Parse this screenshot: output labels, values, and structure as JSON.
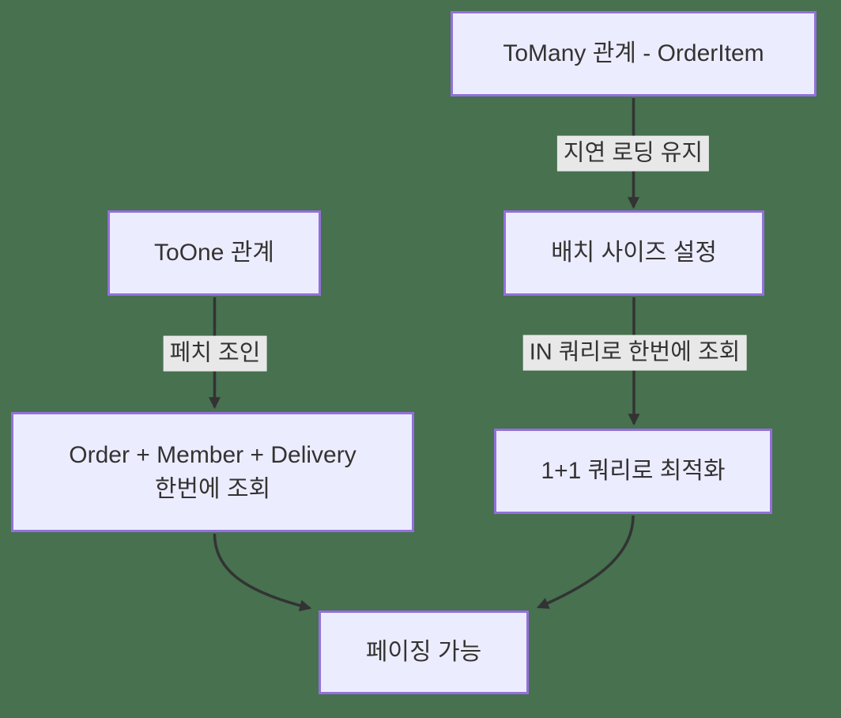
{
  "diagram": {
    "type": "flowchart",
    "direction": "top-down",
    "colors": {
      "background": "#47714F",
      "node_fill": "#ECECFF",
      "node_border": "#9370DB",
      "edge_stroke": "#333333",
      "edge_label_background": "#E8E8E8",
      "text": "#333333"
    },
    "nodes": {
      "tomany": {
        "label": "ToMany 관계 - OrderItem"
      },
      "toone": {
        "label": "ToOne 관계"
      },
      "batch": {
        "label": "배치 사이즈 설정"
      },
      "order_join": {
        "line1": "Order + Member + Delivery",
        "line2": "한번에 조회"
      },
      "oneplus": {
        "label": "1+1 쿼리로 최적화"
      },
      "paging": {
        "label": "페이징 가능"
      }
    },
    "edge_labels": {
      "lazy": "지연 로딩 유지",
      "fetch_join": "페치 조인",
      "in_query": "IN 쿼리로 한번에 조회"
    },
    "edges": [
      {
        "from": "tomany",
        "to": "batch",
        "label": "지연 로딩 유지"
      },
      {
        "from": "toone",
        "to": "order_join",
        "label": "페치 조인"
      },
      {
        "from": "batch",
        "to": "oneplus",
        "label": "IN 쿼리로 한번에 조회"
      },
      {
        "from": "order_join",
        "to": "paging",
        "label": ""
      },
      {
        "from": "oneplus",
        "to": "paging",
        "label": ""
      }
    ]
  }
}
